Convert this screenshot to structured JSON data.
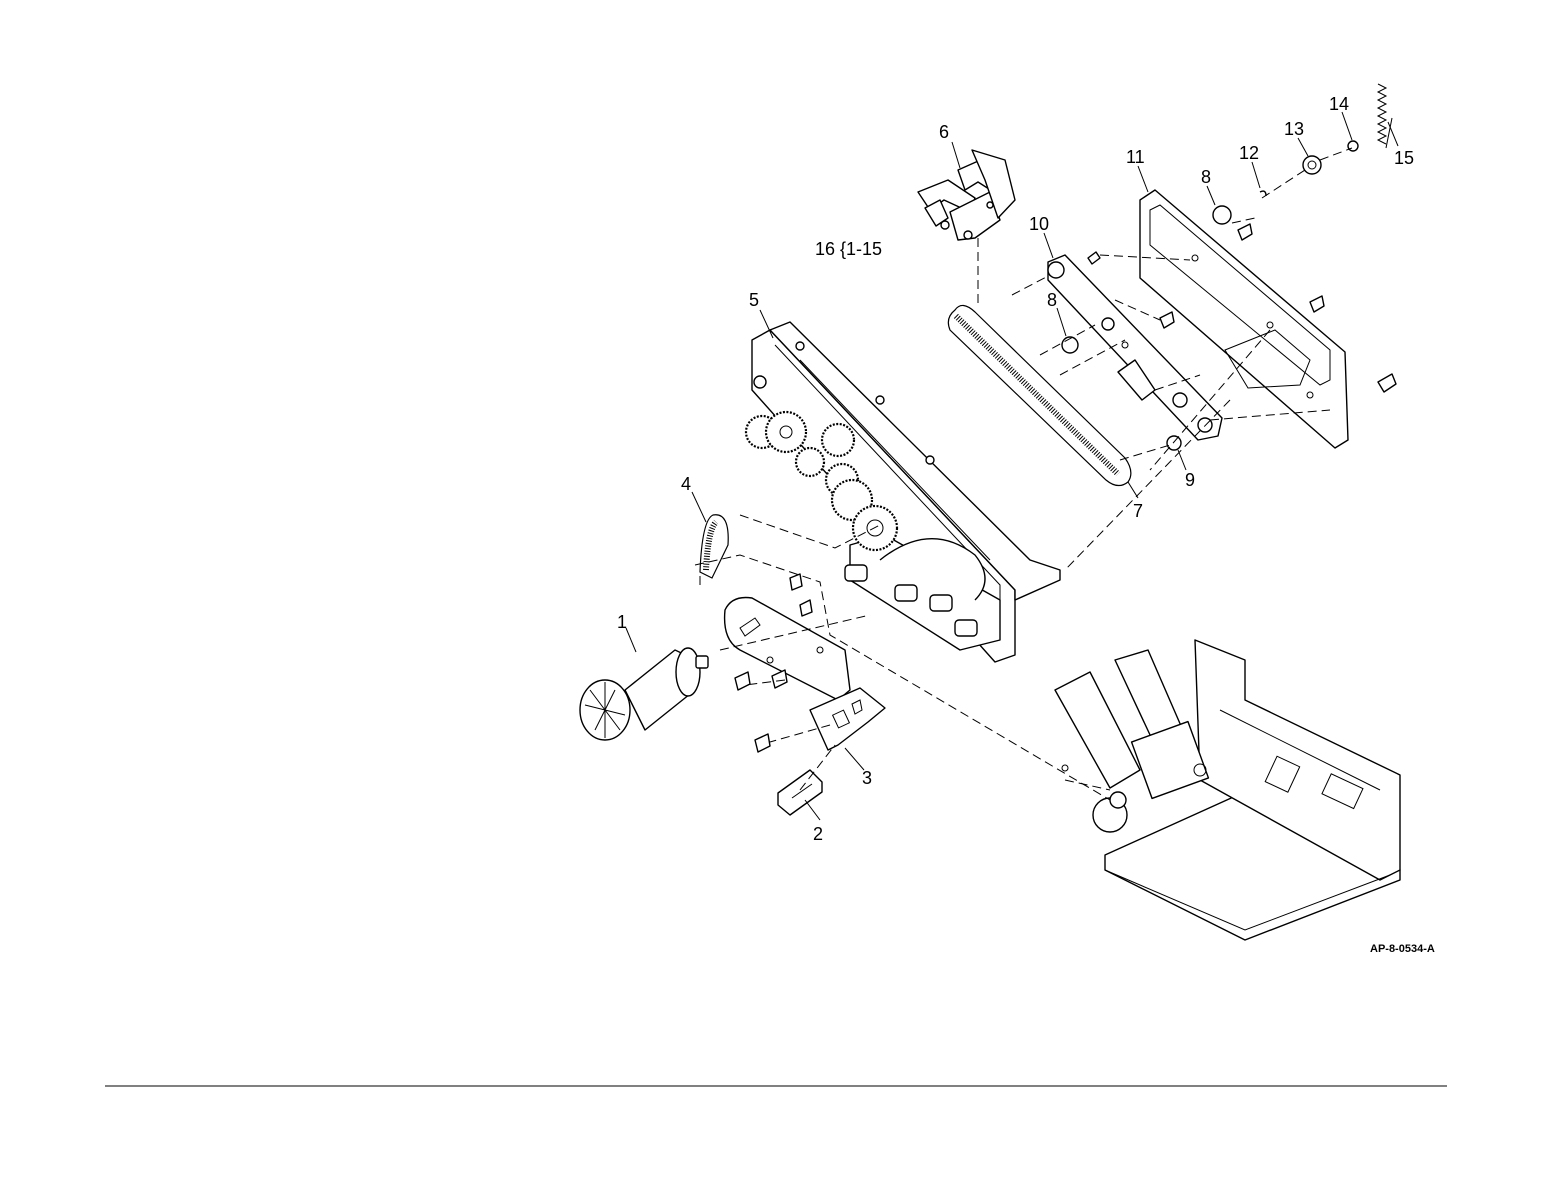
{
  "diagram": {
    "figure_code": "AP-8-0534-A",
    "assembly_label": "16 {1-15",
    "callouts": [
      {
        "id": "c1",
        "text": "1"
      },
      {
        "id": "c2",
        "text": "2"
      },
      {
        "id": "c3",
        "text": "3"
      },
      {
        "id": "c4",
        "text": "4"
      },
      {
        "id": "c5",
        "text": "5"
      },
      {
        "id": "c6",
        "text": "6"
      },
      {
        "id": "c7",
        "text": "7"
      },
      {
        "id": "c8a",
        "text": "8"
      },
      {
        "id": "c8b",
        "text": "8"
      },
      {
        "id": "c9",
        "text": "9"
      },
      {
        "id": "c10",
        "text": "10"
      },
      {
        "id": "c11",
        "text": "11"
      },
      {
        "id": "c12",
        "text": "12"
      },
      {
        "id": "c13",
        "text": "13"
      },
      {
        "id": "c14",
        "text": "14"
      },
      {
        "id": "c15",
        "text": "15"
      }
    ]
  }
}
